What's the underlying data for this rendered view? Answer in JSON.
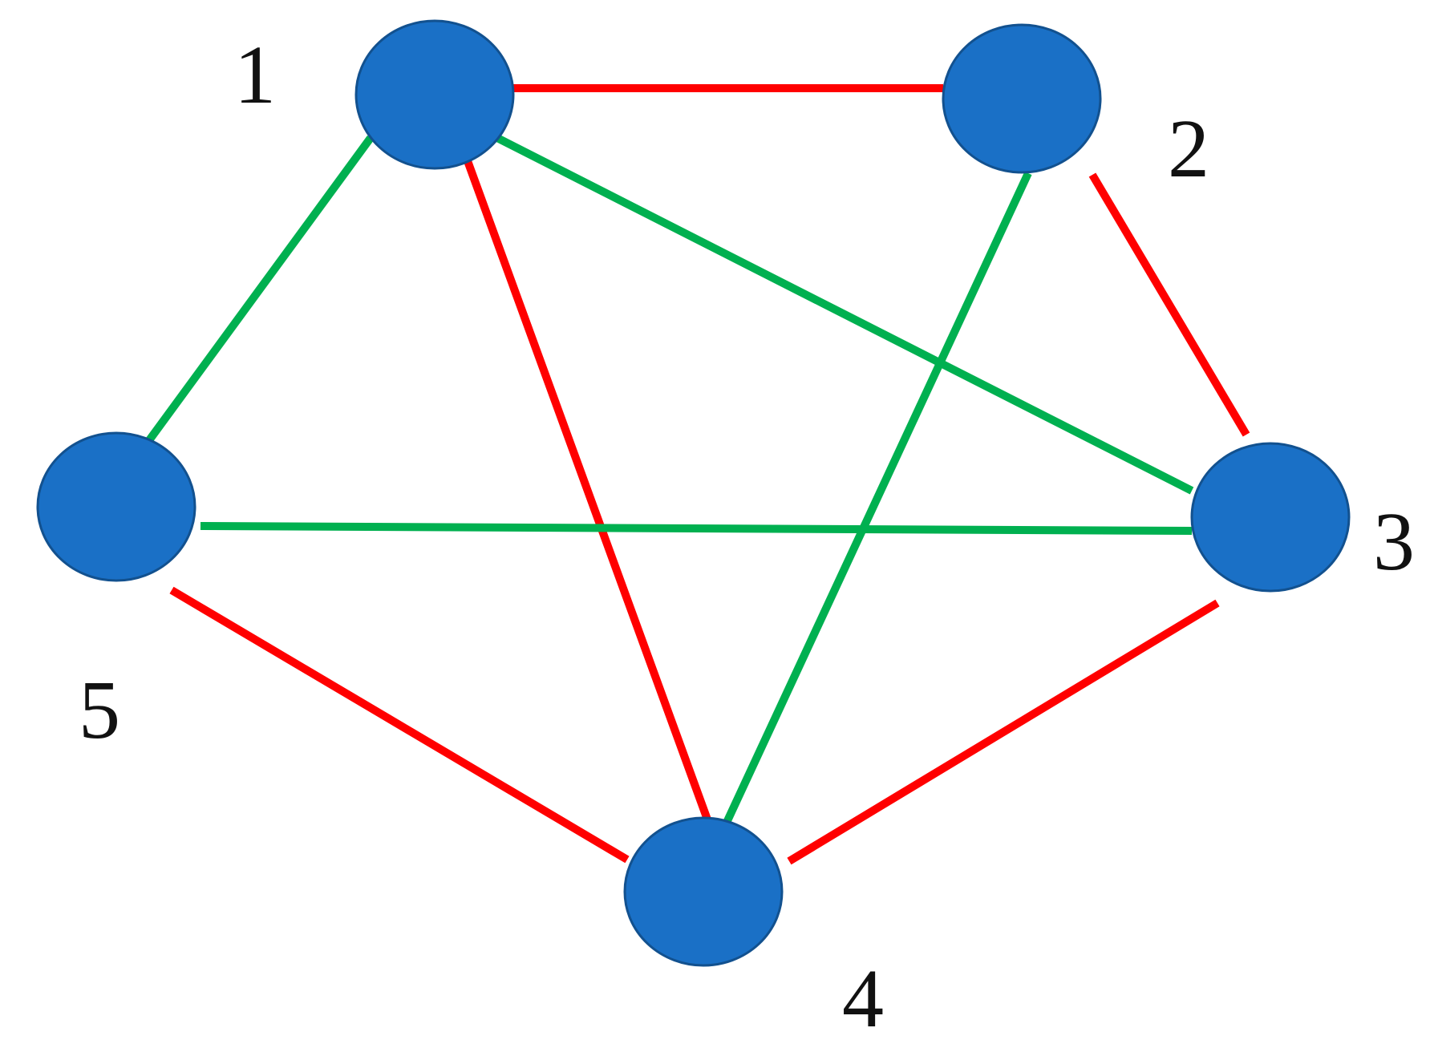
{
  "diagram": {
    "colors": {
      "node_fill": "#1a70c6",
      "node_stroke": "#12518f",
      "edge_red": "#ff0000",
      "edge_green": "#00b050"
    },
    "nodes": [
      {
        "id": "1",
        "label": "1"
      },
      {
        "id": "2",
        "label": "2"
      },
      {
        "id": "3",
        "label": "3"
      },
      {
        "id": "4",
        "label": "4"
      },
      {
        "id": "5",
        "label": "5"
      }
    ],
    "edges": [
      {
        "from": "1",
        "to": "2",
        "color": "red"
      },
      {
        "from": "1",
        "to": "5",
        "color": "green"
      },
      {
        "from": "1",
        "to": "3",
        "color": "green"
      },
      {
        "from": "1",
        "to": "4",
        "color": "red"
      },
      {
        "from": "2",
        "to": "3",
        "color": "red"
      },
      {
        "from": "2",
        "to": "4",
        "color": "green"
      },
      {
        "from": "5",
        "to": "3",
        "color": "green"
      },
      {
        "from": "5",
        "to": "4",
        "color": "red"
      },
      {
        "from": "3",
        "to": "4",
        "color": "red"
      }
    ]
  }
}
